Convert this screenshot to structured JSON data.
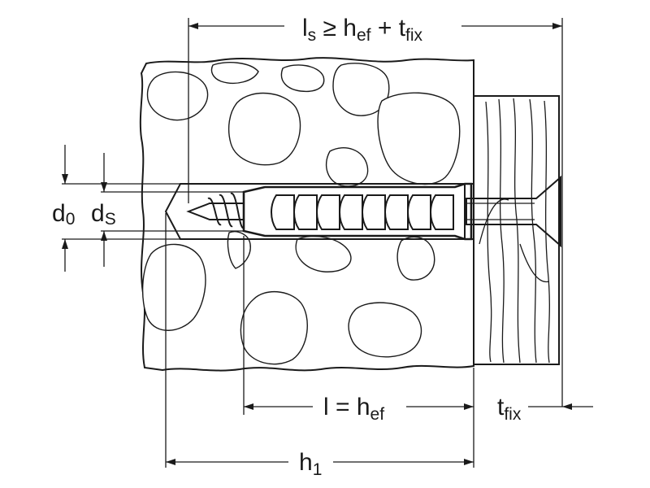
{
  "labels": {
    "ls": {
      "main": "l",
      "sub": "s",
      "rest": " ≥ h",
      "sub2": "ef",
      "rest2": " + t",
      "sub3": "fix"
    },
    "l_hef": {
      "main": "l = h",
      "sub": "ef"
    },
    "tfix": {
      "main": "t",
      "sub": "fix"
    },
    "h1": {
      "main": "h",
      "sub": "1"
    },
    "d0": {
      "main": "d",
      "sub": "0"
    },
    "ds": {
      "main": "d",
      "sub": "S"
    }
  },
  "colors": {
    "line": "#1a1a1a",
    "background": "#ffffff"
  }
}
